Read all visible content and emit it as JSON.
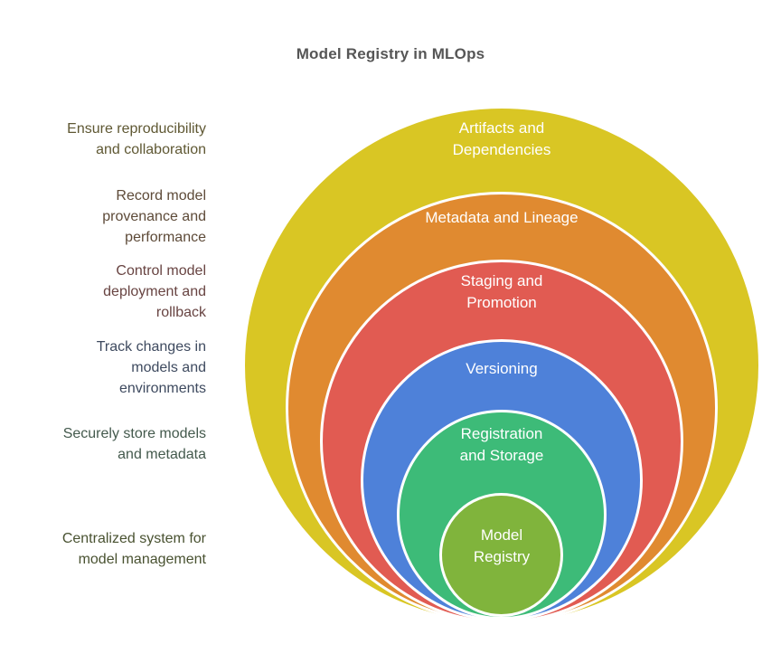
{
  "title": {
    "text": "Model Registry in MLOps",
    "color": "#565656"
  },
  "rings": [
    {
      "label": "Artifacts and Dependencies",
      "label_lines": [
        "Artifacts and",
        "Dependencies"
      ],
      "color": "#d9c624",
      "text_color": "#ffffff",
      "annotation": {
        "text": "Ensure reproducibility and collaboration",
        "lines": [
          "Ensure reproducibility",
          "and collaboration"
        ],
        "color": "#5f5833"
      }
    },
    {
      "label": "Metadata and Lineage",
      "label_lines": [
        "Metadata and Lineage"
      ],
      "color": "#e08a30",
      "text_color": "#ffffff",
      "annotation": {
        "text": "Record model provenance and performance",
        "lines": [
          "Record model",
          "provenance and",
          "performance"
        ],
        "color": "#5d4a38"
      }
    },
    {
      "label": "Staging and Promotion",
      "label_lines": [
        "Staging and",
        "Promotion"
      ],
      "color": "#e15b52",
      "text_color": "#ffffff",
      "annotation": {
        "text": "Control model deployment and rollback",
        "lines": [
          "Control model",
          "deployment and",
          "rollback"
        ],
        "color": "#684442"
      }
    },
    {
      "label": "Versioning",
      "label_lines": [
        "Versioning"
      ],
      "color": "#4e81d9",
      "text_color": "#ffffff",
      "annotation": {
        "text": "Track changes in models and environments",
        "lines": [
          "Track changes in",
          "models and",
          "environments"
        ],
        "color": "#3e4a5f"
      }
    },
    {
      "label": "Registration and Storage",
      "label_lines": [
        "Registration",
        "and Storage"
      ],
      "color": "#3dbb78",
      "text_color": "#ffffff",
      "annotation": {
        "text": "Securely store models and metadata",
        "lines": [
          "Securely store models",
          "and metadata"
        ],
        "color": "#445a4d"
      }
    },
    {
      "label": "Model Registry",
      "label_lines": [
        "Model",
        "Registry"
      ],
      "color": "#80b43c",
      "text_color": "#ffffff",
      "annotation": {
        "text": "Centralized system for model management",
        "lines": [
          "Centralized system for",
          "model management"
        ],
        "color": "#495231"
      }
    }
  ]
}
